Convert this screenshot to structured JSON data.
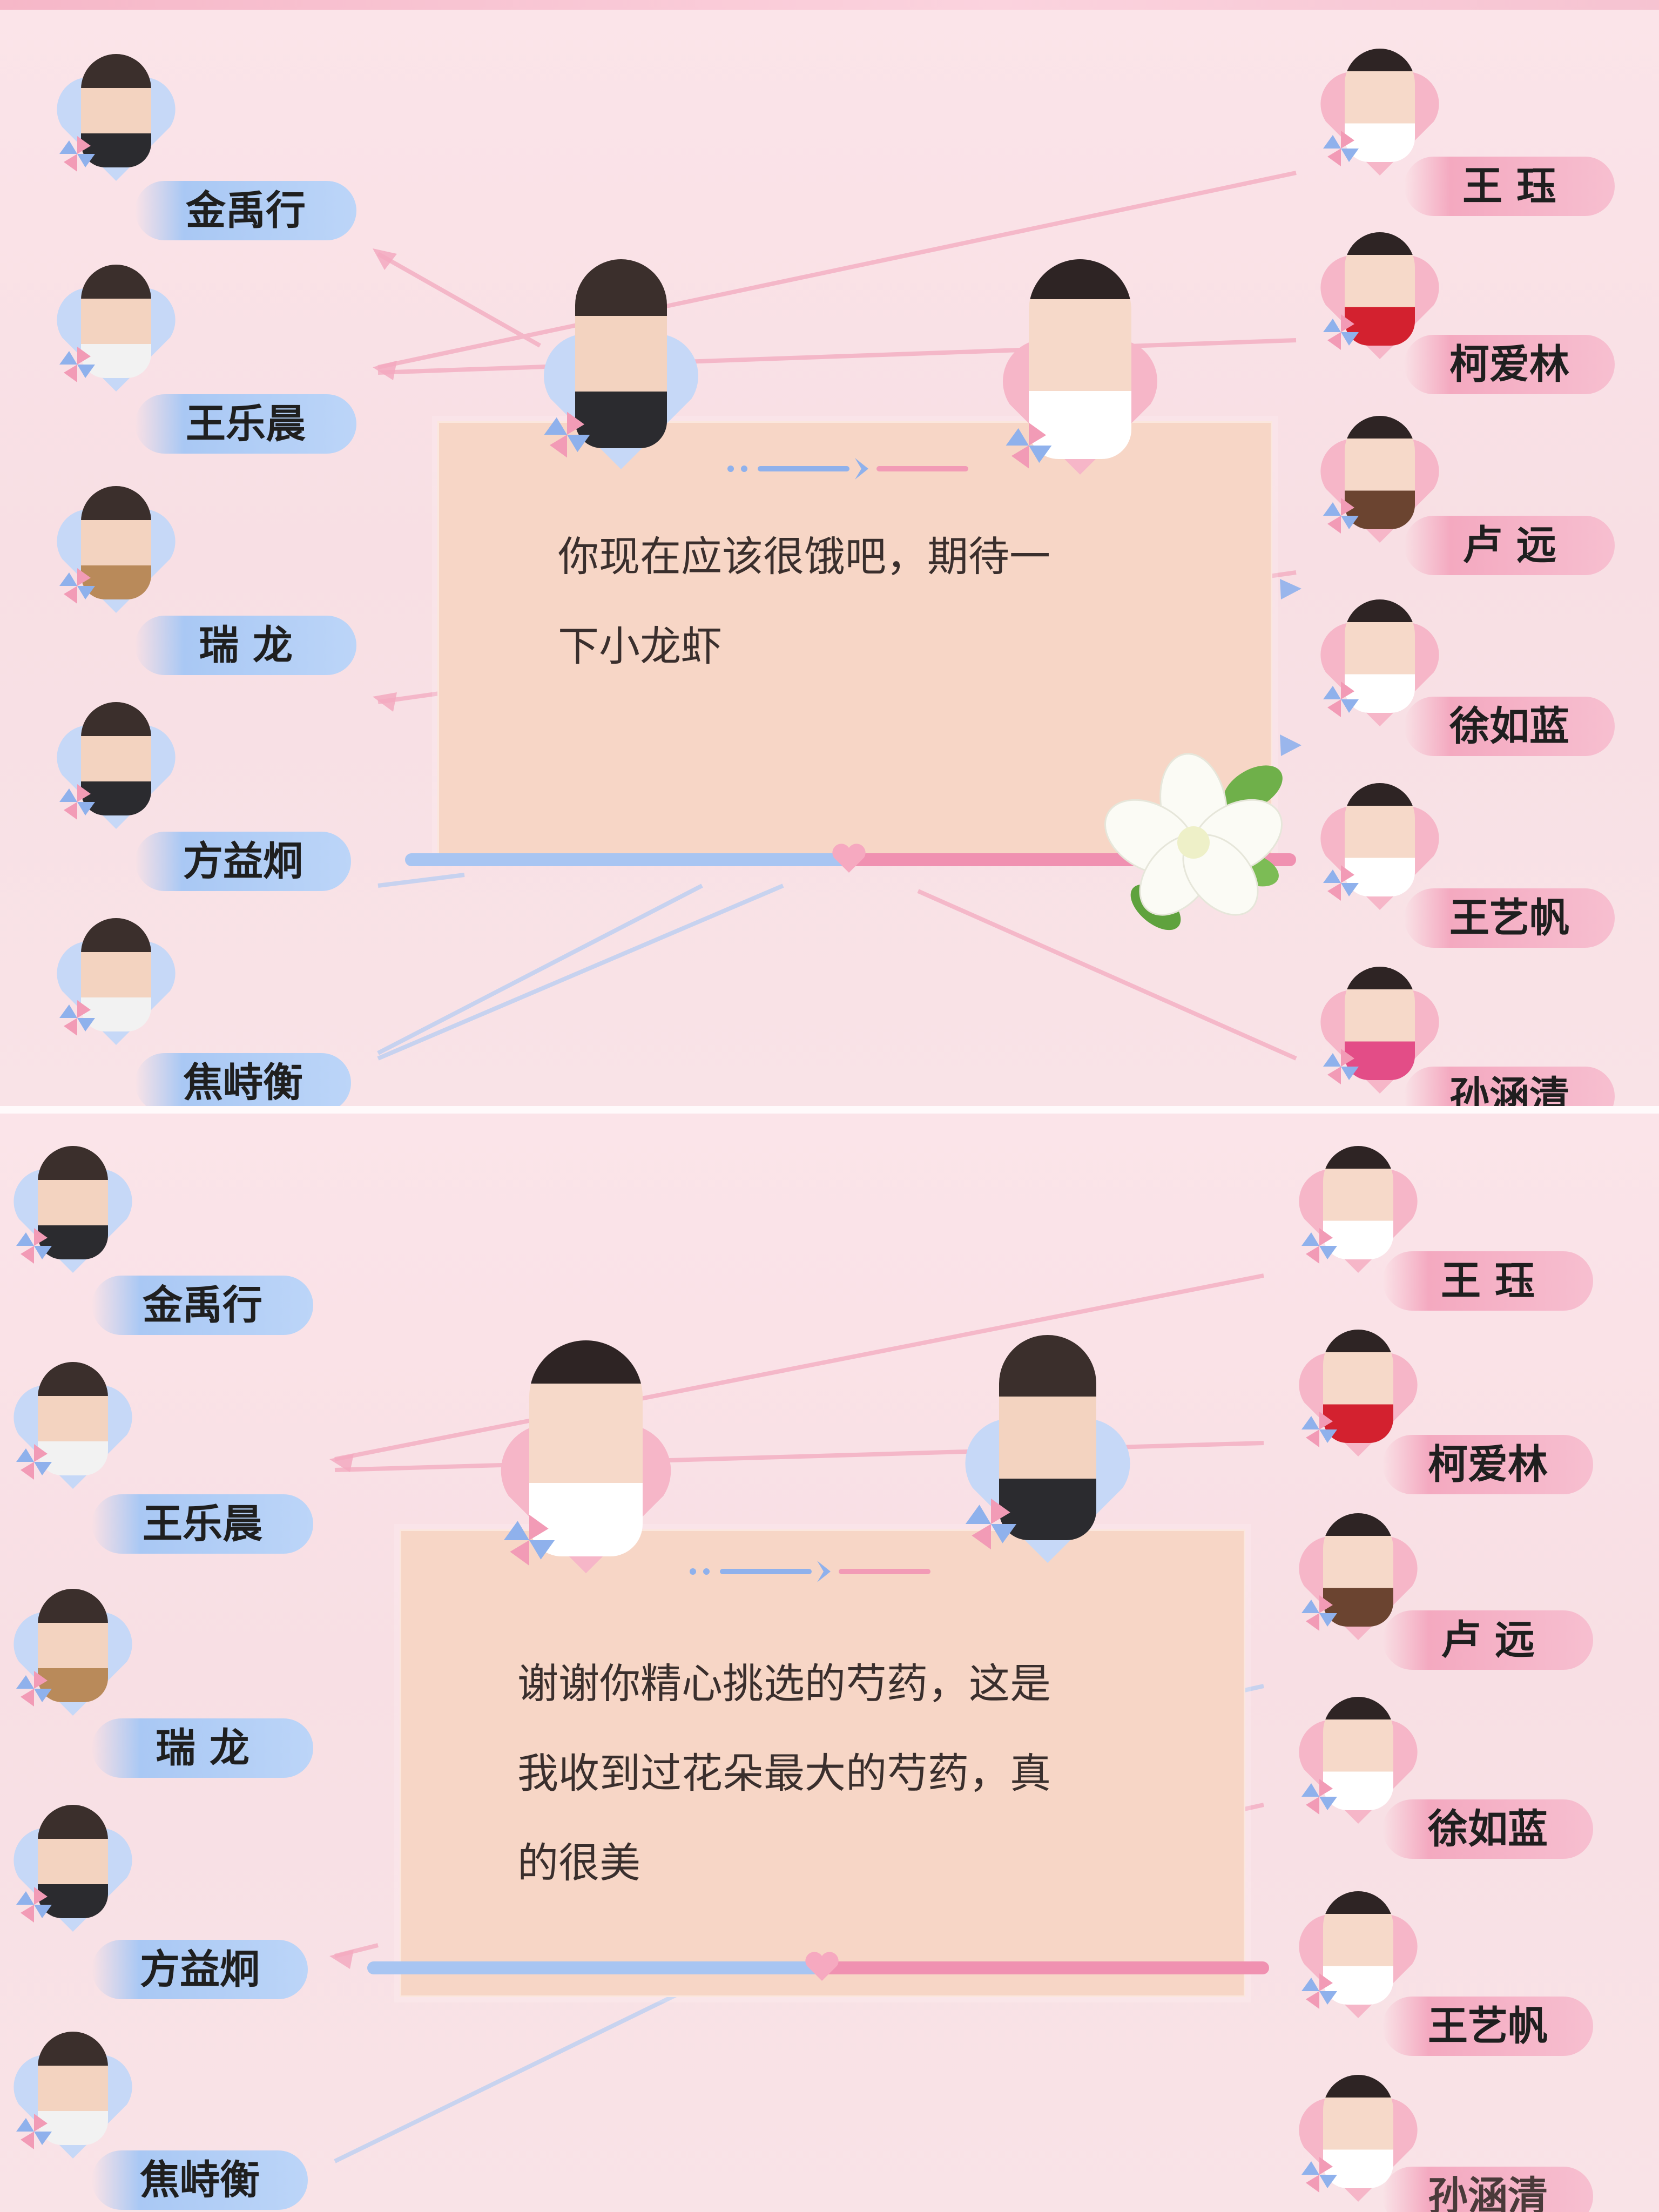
{
  "colors": {
    "boy_tag": "#a9c8f4",
    "girl_tag": "#f4a9c0",
    "card": "#f7d6c6",
    "heart_blue": "#c6d8f7",
    "heart_pink": "#f6b6c8"
  },
  "male_cast": [
    "金禹行",
    "王乐晨",
    "瑞 龙",
    "方益炯",
    "焦峙衡"
  ],
  "female_cast": [
    "王 珏",
    "柯爱林",
    "卢 远",
    "徐如蓝",
    "王艺帆",
    "孙涵清"
  ],
  "panels": [
    {
      "message": "你现在应该很饿吧，期待一\n下小龙虾",
      "sender_gender": "male",
      "receiver_gender": "female"
    },
    {
      "message": "谢谢你精心挑选的芍药，这是\n我收到过花朵最大的芍药，真\n的很美",
      "sender_gender": "female",
      "receiver_gender": "male"
    }
  ],
  "icons": [
    "heart-icon",
    "pinwheel-icon",
    "flower-icon",
    "arrow-icon"
  ]
}
